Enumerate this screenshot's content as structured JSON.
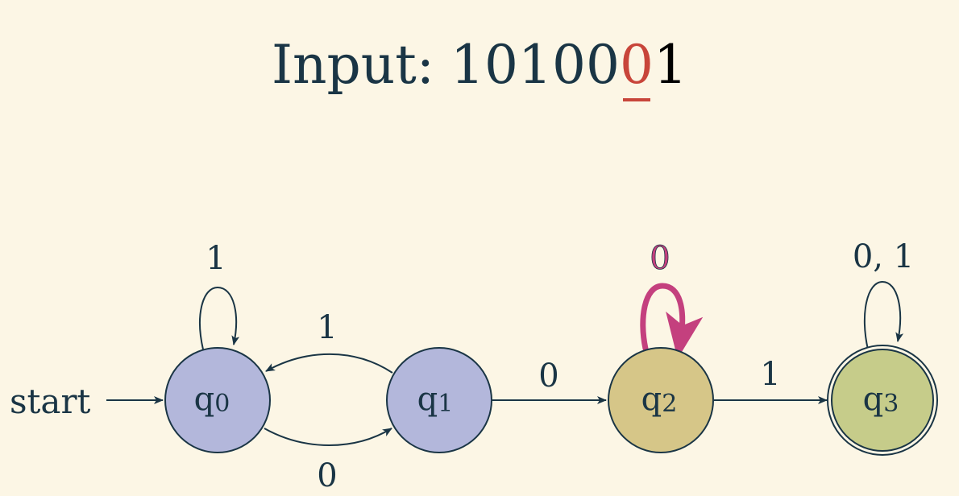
{
  "title": {
    "label": "Input:",
    "digits": [
      {
        "char": "1",
        "state": "done"
      },
      {
        "char": "0",
        "state": "done"
      },
      {
        "char": "1",
        "state": "done"
      },
      {
        "char": "0",
        "state": "done"
      },
      {
        "char": "0",
        "state": "done"
      },
      {
        "char": "0",
        "state": "current"
      },
      {
        "char": "1",
        "state": "pending"
      }
    ]
  },
  "colors": {
    "background": "#fcf6e5",
    "ink": "#1a3545",
    "current_digit": "#c8453a",
    "active_transition": "#c4407e",
    "state_default": "#b3b7db",
    "state_active": "#d6c688",
    "state_accepting": "#c6cc8a"
  },
  "start_label": "start",
  "states": [
    {
      "id": "q0",
      "name": "q",
      "sub": "0",
      "accepting": false,
      "active": false
    },
    {
      "id": "q1",
      "name": "q",
      "sub": "1",
      "accepting": false,
      "active": false
    },
    {
      "id": "q2",
      "name": "q",
      "sub": "2",
      "accepting": false,
      "active": true
    },
    {
      "id": "q3",
      "name": "q",
      "sub": "3",
      "accepting": true,
      "active": false
    }
  ],
  "transitions": [
    {
      "from": "q0",
      "to": "q0",
      "label": "1"
    },
    {
      "from": "q1",
      "to": "q0",
      "label": "1"
    },
    {
      "from": "q0",
      "to": "q1",
      "label": "0"
    },
    {
      "from": "q1",
      "to": "q2",
      "label": "0"
    },
    {
      "from": "q2",
      "to": "q2",
      "label": "0",
      "highlighted": true
    },
    {
      "from": "q2",
      "to": "q3",
      "label": "1"
    },
    {
      "from": "q3",
      "to": "q3",
      "label": "0, 1"
    }
  ]
}
